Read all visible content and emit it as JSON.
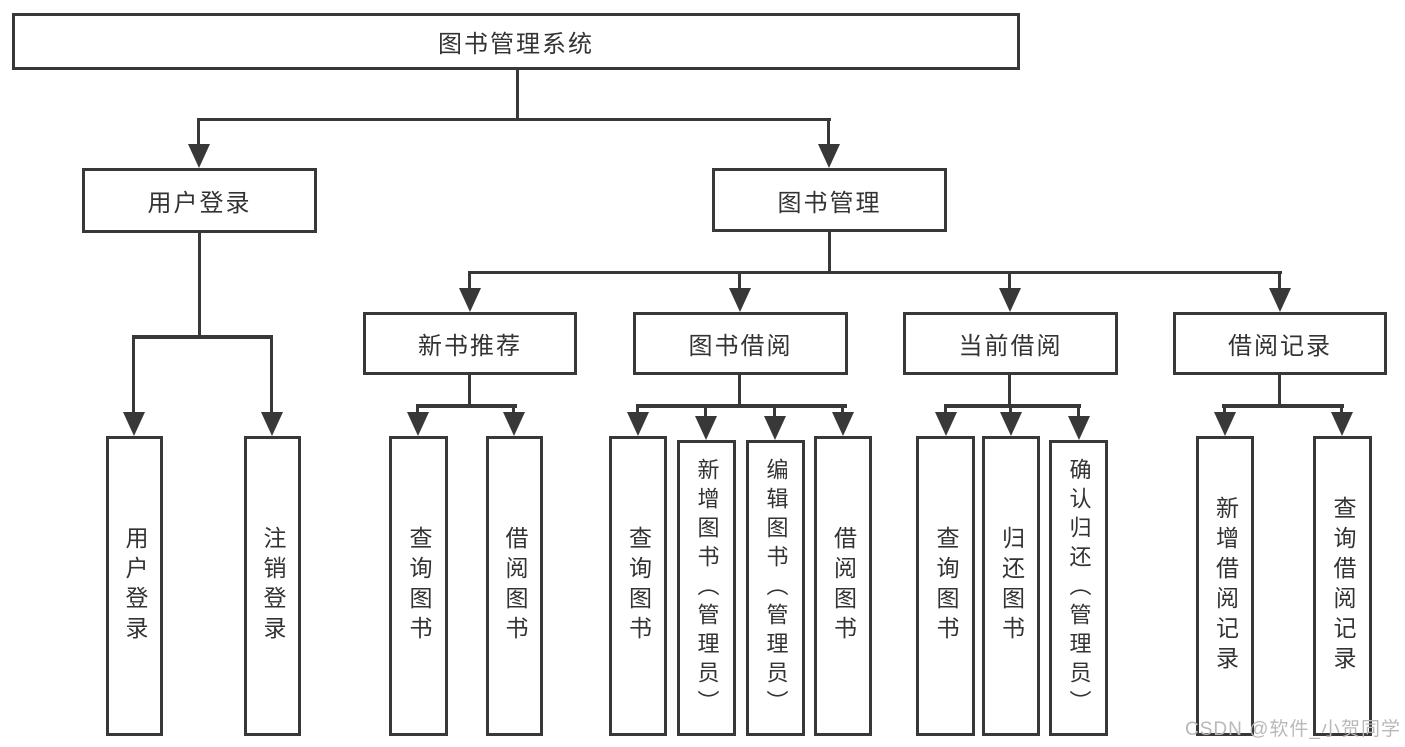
{
  "watermark": "CSDN @软件_小贺同学",
  "colors": {
    "line": "#383838",
    "text": "#333333",
    "background": "#ffffff",
    "watermark": "#b9b9b9"
  },
  "tree": {
    "label": "图书管理系统",
    "children": [
      {
        "label": "用户登录",
        "children": [
          {
            "label": "用户登录"
          },
          {
            "label": "注销登录"
          }
        ]
      },
      {
        "label": "图书管理",
        "children": [
          {
            "label": "新书推荐",
            "children": [
              {
                "label": "查询图书"
              },
              {
                "label": "借阅图书"
              }
            ]
          },
          {
            "label": "图书借阅",
            "children": [
              {
                "label": "查询图书"
              },
              {
                "label": "新增图书（管理员）"
              },
              {
                "label": "编辑图书（管理员）"
              },
              {
                "label": "借阅图书"
              }
            ]
          },
          {
            "label": "当前借阅",
            "children": [
              {
                "label": "查询图书"
              },
              {
                "label": "归还图书"
              },
              {
                "label": "确认归还（管理员）"
              }
            ]
          },
          {
            "label": "借阅记录",
            "children": [
              {
                "label": "新增借阅记录"
              },
              {
                "label": "查询借阅记录"
              }
            ]
          }
        ]
      }
    ]
  }
}
